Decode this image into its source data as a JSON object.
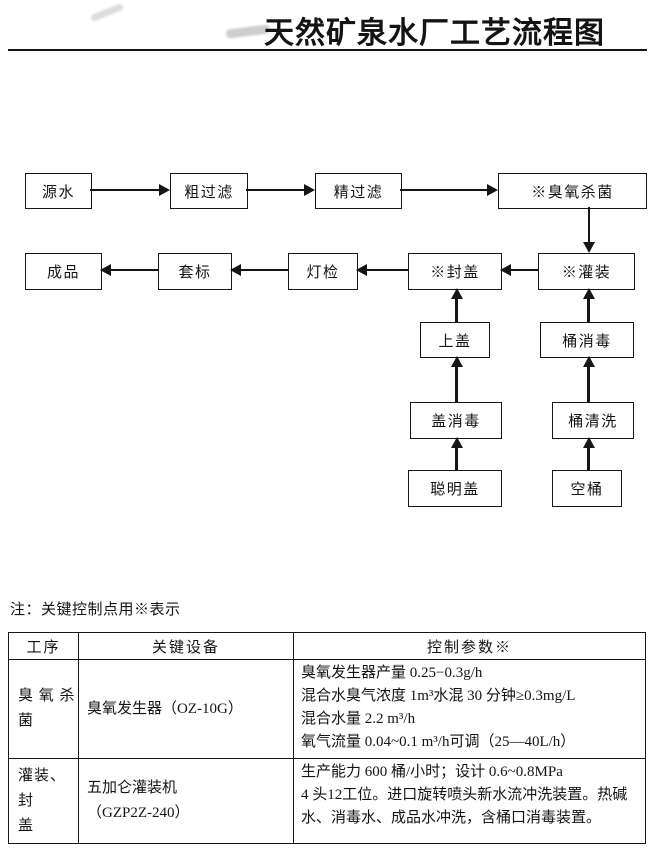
{
  "title": "天然矿泉水厂工艺流程图",
  "note": "注：关键控制点用※表示",
  "flowchart": {
    "nodes": {
      "source_water": "源水",
      "coarse_filter": "粗过滤",
      "fine_filter": "精过滤",
      "ozone_sterilize": "※臭氧杀菌",
      "finished_product": "成品",
      "sleeve_label": "套标",
      "light_inspect": "灯检",
      "cap_seal": "※封盖",
      "filling": "※灌装",
      "put_cap": "上盖",
      "cap_disinfect": "盖消毒",
      "smart_cap": "聪明盖",
      "bucket_disinfect": "桶消毒",
      "bucket_wash": "桶清洗",
      "empty_bucket": "空桶"
    },
    "edges": [
      "源水→粗过滤",
      "粗过滤→精过滤",
      "精过滤→※臭氧杀菌",
      "※臭氧杀菌→※灌装",
      "※灌装→※封盖",
      "※封盖→灯检",
      "灯检→套标",
      "套标→成品",
      "上盖→※封盖",
      "盖消毒→上盖",
      "聪明盖→盖消毒",
      "桶消毒→※灌装",
      "桶清洗→桶消毒",
      "空桶→桶清洗"
    ]
  },
  "table": {
    "headers": [
      "工序",
      "关键设备",
      "控制参数※"
    ],
    "rows": [
      {
        "process_lines": [
          "臭 氧 杀",
          "菌"
        ],
        "equipment_lines": [
          "臭氧发生器（OZ-10G）"
        ],
        "param_lines": [
          "臭氧发生器产量 0.25−0.3g/h",
          "混合水臭气浓度 1m³水混 30 分钟≥0.3mg/L",
          "混合水量 2.2 m³/h",
          "氧气流量 0.04~0.1 m³/h可调（25—40L/h）"
        ]
      },
      {
        "process_lines": [
          "灌装、封",
          "盖"
        ],
        "equipment_lines": [
          "五加仑灌装机",
          "（GZP2Z-240）"
        ],
        "param_lines": [
          "生产能力 600 桶/小时；设计 0.6~0.8MPa",
          "4 头12工位。进口旋转喷头新水流冲洗装置。热碱水、消毒水、成品水冲洗，含桶口消毒装置。"
        ]
      }
    ]
  }
}
